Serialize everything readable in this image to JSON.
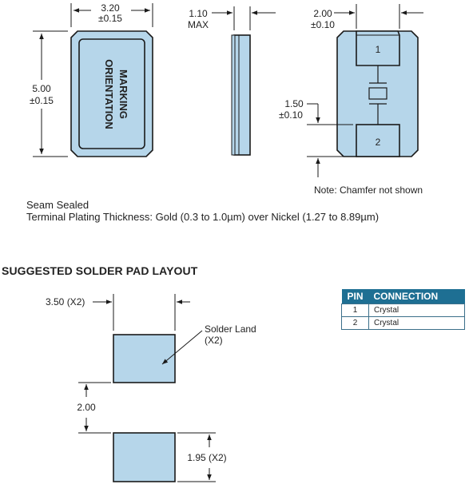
{
  "top_view": {
    "width_dim": "3.20",
    "width_tol": "±0.15",
    "height_dim": "5.00",
    "height_tol": "±0.15",
    "marking_line1": "MARKING",
    "marking_line2": "ORIENTATION"
  },
  "side_view": {
    "height_dim": "1.10",
    "height_qual": "MAX"
  },
  "bottom_view": {
    "width_dim": "2.00",
    "width_tol": "±0.10",
    "pad_dim": "1.50",
    "pad_tol": "±0.10",
    "pad1_label": "1",
    "pad2_label": "2",
    "note": "Note: Chamfer not shown"
  },
  "notes": {
    "line1": "Seam Sealed",
    "line2": "Terminal Plating Thickness: Gold (0.3 to 1.0µm) over Nickel (1.27 to 8.89µm)"
  },
  "solder_layout": {
    "heading": "SUGGESTED SOLDER PAD LAYOUT",
    "width_label": "3.50 (X2)",
    "gap_label": "2.00",
    "pad_height_label": "1.95 (X2)",
    "land_label_line1": "Solder Land",
    "land_label_line2": "(X2)"
  },
  "pin_table": {
    "headers": [
      "PIN",
      "CONNECTION"
    ],
    "rows": [
      [
        "1",
        "Crystal"
      ],
      [
        "2",
        "Crystal"
      ]
    ]
  },
  "colors": {
    "fill": "#b6d6ea",
    "stroke": "#1a1a1a",
    "table_header": "#1e6f93"
  }
}
